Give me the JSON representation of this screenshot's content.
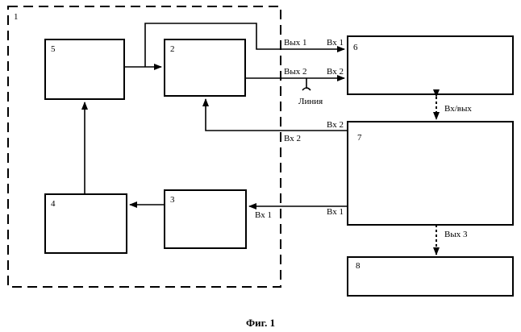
{
  "blocks": {
    "group_label": "1",
    "b2": "2",
    "b3": "3",
    "b4": "4",
    "b5": "5",
    "b6": "6",
    "b7": "7",
    "b8": "8"
  },
  "labels": {
    "out1": "Вых 1",
    "in1_6": "Вх 1",
    "out2": "Вых 2",
    "in2_6": "Вх 2",
    "line": "Линия",
    "inout": "Вх/вых",
    "in2_7": "Вх 2",
    "in2_2": "Вх 2",
    "in1_7": "Вх 1",
    "in1_3": "Вх 1",
    "out3": "Вых 3"
  },
  "caption": "Фиг. 1"
}
